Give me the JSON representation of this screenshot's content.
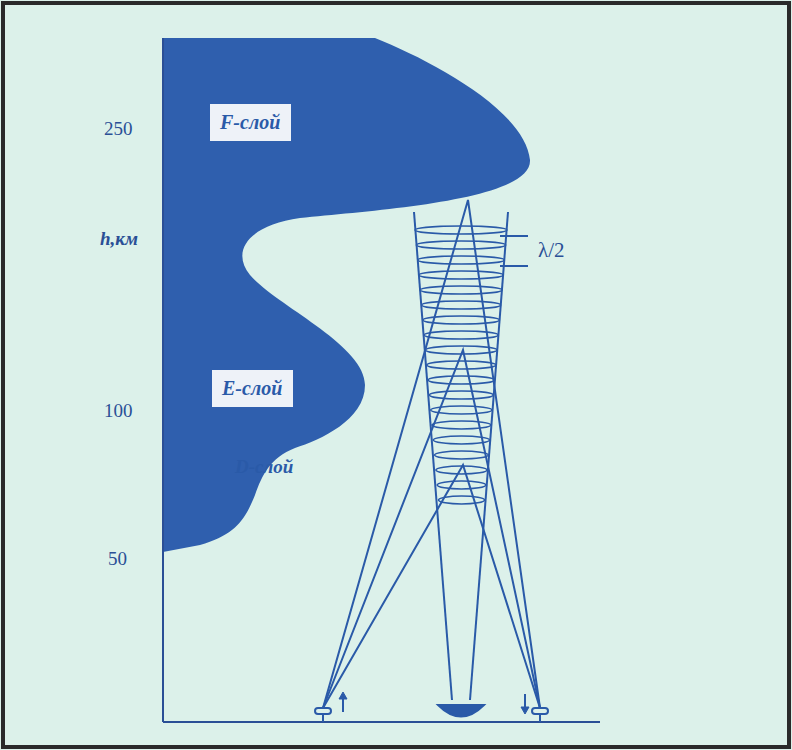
{
  "diagram": {
    "nodes": [
      {
        "text": [
          "F-слой"
        ]
      },
      {
        "text": [
          "E-слой"
        ]
      }
    ],
    "labels": [
      "250",
      "h,км",
      "100",
      "50",
      "D-слой",
      "λ/2"
    ]
  }
}
